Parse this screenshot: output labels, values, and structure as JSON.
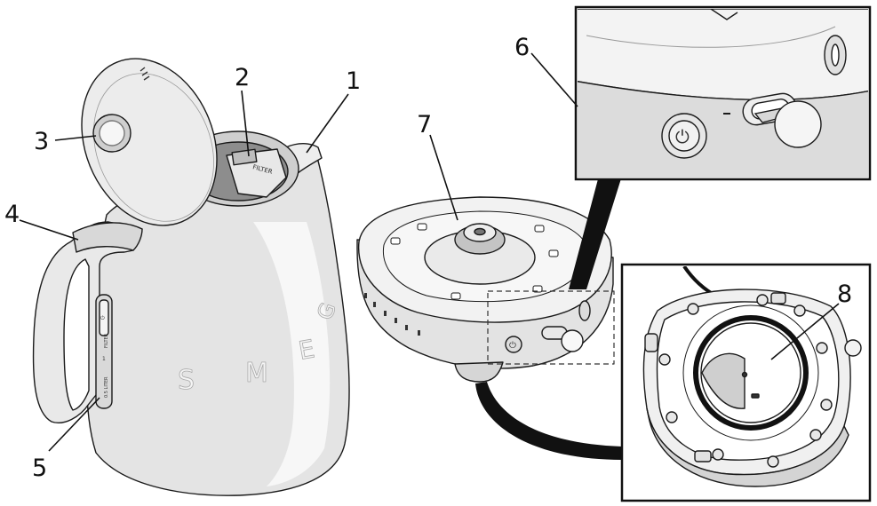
{
  "callouts": {
    "n1": "1",
    "n2": "2",
    "n3": "3",
    "n4": "4",
    "n5": "5",
    "n6": "6",
    "n7": "7",
    "n8": "8"
  },
  "kettle": {
    "body_letters": [
      "S",
      "M",
      "E",
      "G"
    ],
    "lever_marks": [
      "⏻",
      "FILTER",
      "1",
      "0.5 LITER"
    ],
    "filter_text": "FILTER"
  },
  "colors": {
    "line": "#1a1a1a",
    "shade": "#d4d4d4",
    "light": "#f2f2f2",
    "mid": "#bdbdbd"
  }
}
